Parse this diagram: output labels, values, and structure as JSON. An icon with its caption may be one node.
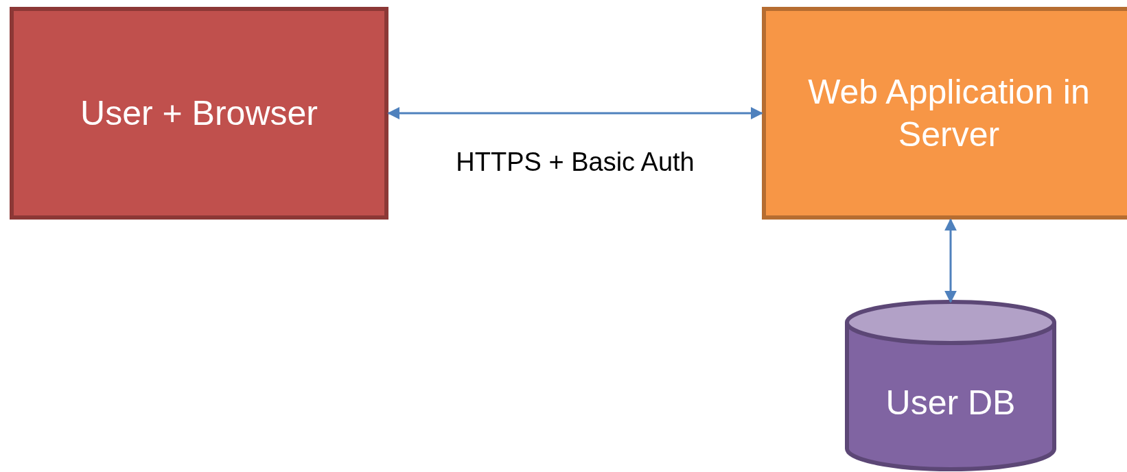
{
  "diagram": {
    "nodes": [
      {
        "text": [
          "User + Browser"
        ]
      },
      {
        "text": [
          "Web Application in Server"
        ]
      },
      {
        "text": [
          "User DB"
        ]
      }
    ],
    "edges": [
      {
        "from": 0,
        "to": 1,
        "arrow": "both",
        "label": "HTTPS + Basic Auth"
      },
      {
        "from": 1,
        "to": 2,
        "arrow": "both"
      }
    ]
  }
}
